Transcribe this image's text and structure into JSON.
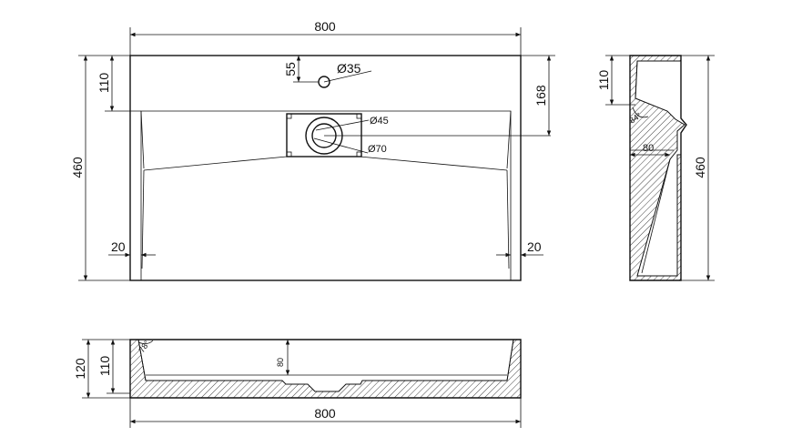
{
  "top_view": {
    "width_dim": "800",
    "height_dim": "460",
    "tap_offset_dim": "55",
    "tap_hole_dim": "Ø35",
    "basin_start_dim": "110",
    "drain_center_dim": "168",
    "drain_inner_dim": "Ø45",
    "drain_outer_dim": "Ø70",
    "left_wall_dim": "20",
    "right_wall_dim": "20"
  },
  "side_view": {
    "top_dim": "110",
    "angle_dim": "84°",
    "depth_dim": "80",
    "height_dim": "460"
  },
  "front_view": {
    "overall_height_dim": "120",
    "basin_height_dim": "110",
    "angle_dim": "78°",
    "inner_depth_dim": "80",
    "width_dim": "800"
  }
}
